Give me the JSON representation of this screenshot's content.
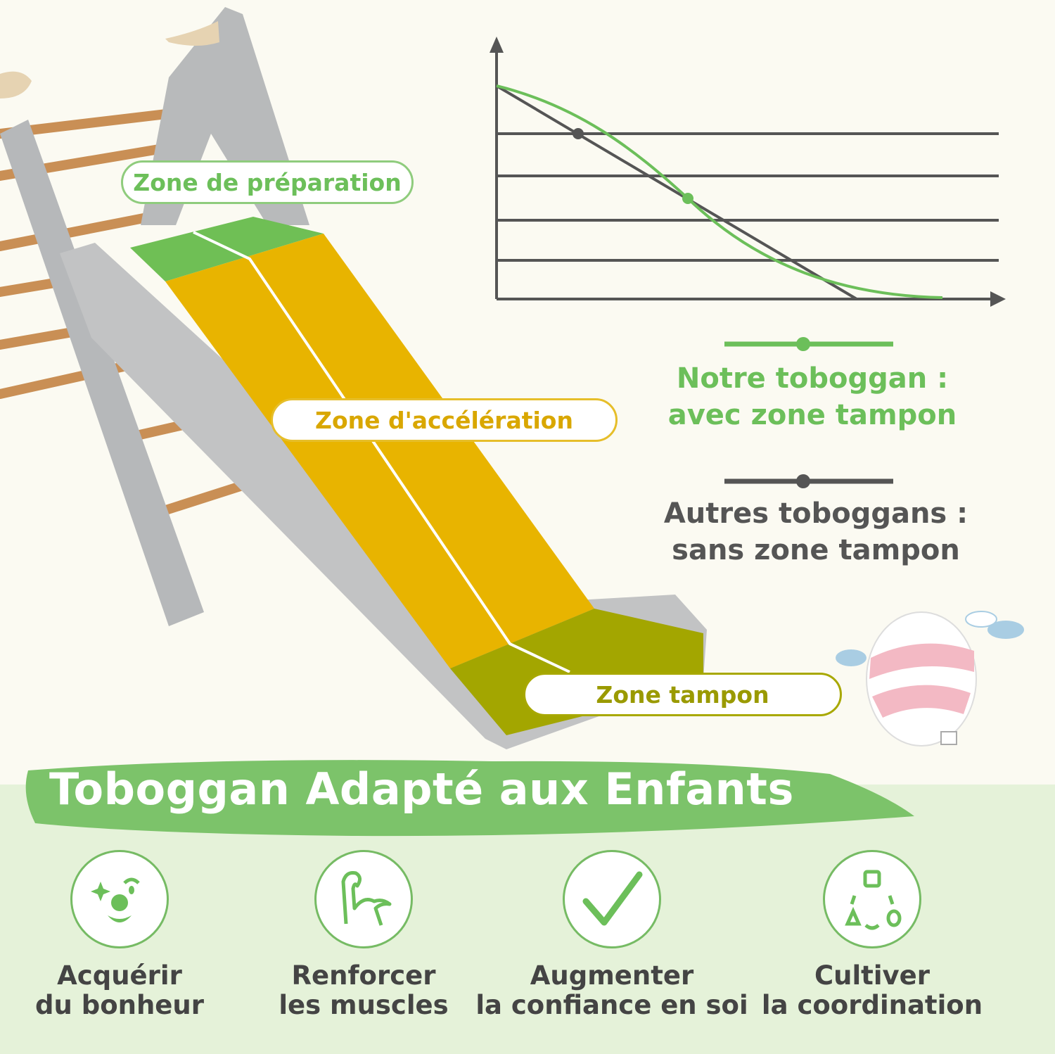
{
  "labels": {
    "preparation": "Zone de préparation",
    "acceleration": "Zone d'accélération",
    "buffer": "Zone tampon"
  },
  "legend": [
    {
      "line1": "Notre toboggan :",
      "line2": "avec zone tampon",
      "color": "#6cbf5a"
    },
    {
      "line1": "Autres toboggans :",
      "line2": "sans zone tampon",
      "color": "#555555"
    }
  ],
  "title": "Toboggan Adapté aux Enfants",
  "features": [
    {
      "icon": "happy-face-icon",
      "line1": "Acquérir",
      "line2": "du bonheur"
    },
    {
      "icon": "muscle-arm-icon",
      "line1": "Renforcer",
      "line2": "les muscles"
    },
    {
      "icon": "checkmark-icon",
      "line1": "Augmenter",
      "line2": "la confiance en soi"
    },
    {
      "icon": "shapes-cycle-icon",
      "line1": "Cultiver",
      "line2": "la coordination"
    }
  ],
  "colors": {
    "green": "#6cbf5a",
    "yellow": "#e8b400",
    "olive": "#a3a600",
    "gray": "#555555",
    "background": "#fbfaf2",
    "bottom": "#e5f2d9"
  }
}
